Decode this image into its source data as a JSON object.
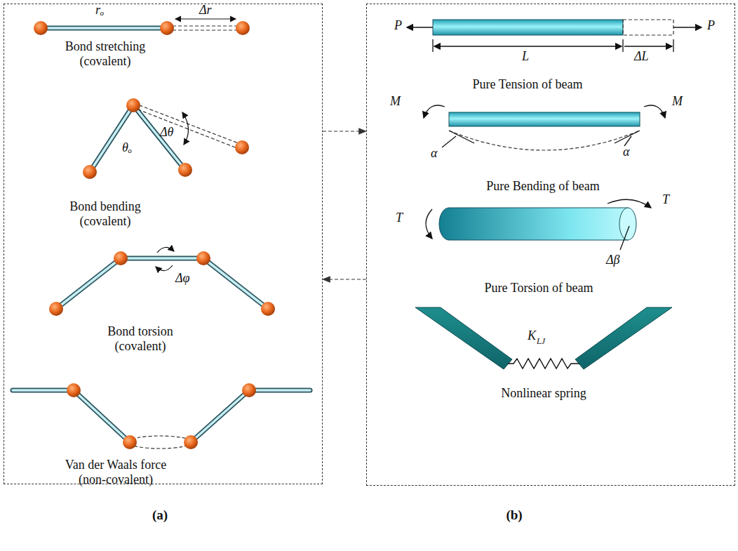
{
  "diagram": {
    "nodes": [
      {
        "text": [
          "(a)"
        ]
      },
      {
        "text": [
          "(b)"
        ]
      }
    ],
    "edges": [
      {
        "from": 0,
        "to": 1,
        "arrow": "to"
      },
      {
        "from": 1,
        "to": 0,
        "arrow": "to"
      }
    ],
    "labels": [
      "rₒ",
      "Δr",
      "Bond stretching (covalent)",
      "θₒ",
      "Δθ",
      "Bond bending (covalent)",
      "Δφ",
      "Bond torsion (covalent)",
      "Van der Waals force (non-covalent)",
      "P",
      "P",
      "L",
      "ΔL",
      "Pure Tension of beam",
      "M",
      "M",
      "α",
      "α",
      "Pure Bending of beam",
      "T",
      "T",
      "Δβ",
      "Pure Torsion of beam",
      "K",
      "LJ",
      "Nonlinear spring"
    ]
  }
}
